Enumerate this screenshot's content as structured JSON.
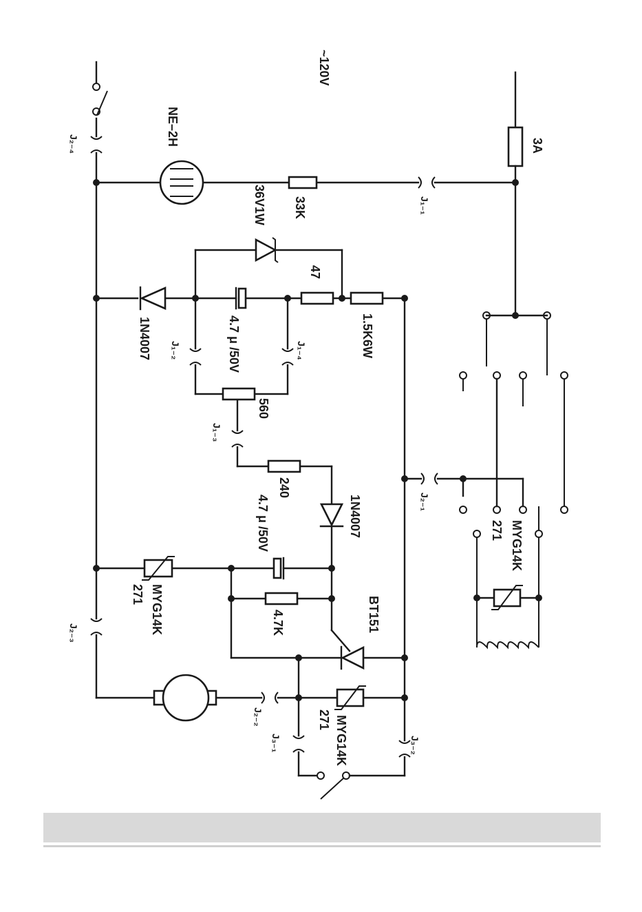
{
  "labels": {
    "voltage": "~120V",
    "neon": "NE–2H",
    "fuse": "3A",
    "r33k": "33K",
    "zener": "36V1W",
    "r47": "47",
    "r1k5": "1.5K6W",
    "cap1": "4.7 μ /50V",
    "d1": "1N4007",
    "pot": "560",
    "r240": "240",
    "d2": "1N4007",
    "cap2": "4.7 μ /50V",
    "r4k7": "4.7K",
    "scr": "BT151",
    "var_a_1": "MYG14K",
    "var_a_2": "271",
    "var_b_1": "MYG14K",
    "var_b_2": "271",
    "var_c_1": "MYG14K",
    "var_c_2": "271",
    "j1_1": "J₁₋₁",
    "j1_2": "J₁₋₂",
    "j1_3": "J₁₋₃",
    "j1_4": "J₁₋₄",
    "j2_1": "J₂₋₁",
    "j2_2": "J₂₋₂",
    "j2_3": "J₂₋₃",
    "j2_4": "J₂₋₄",
    "j3_1": "J₃₋₁",
    "j3_2": "J₃₋₂"
  }
}
